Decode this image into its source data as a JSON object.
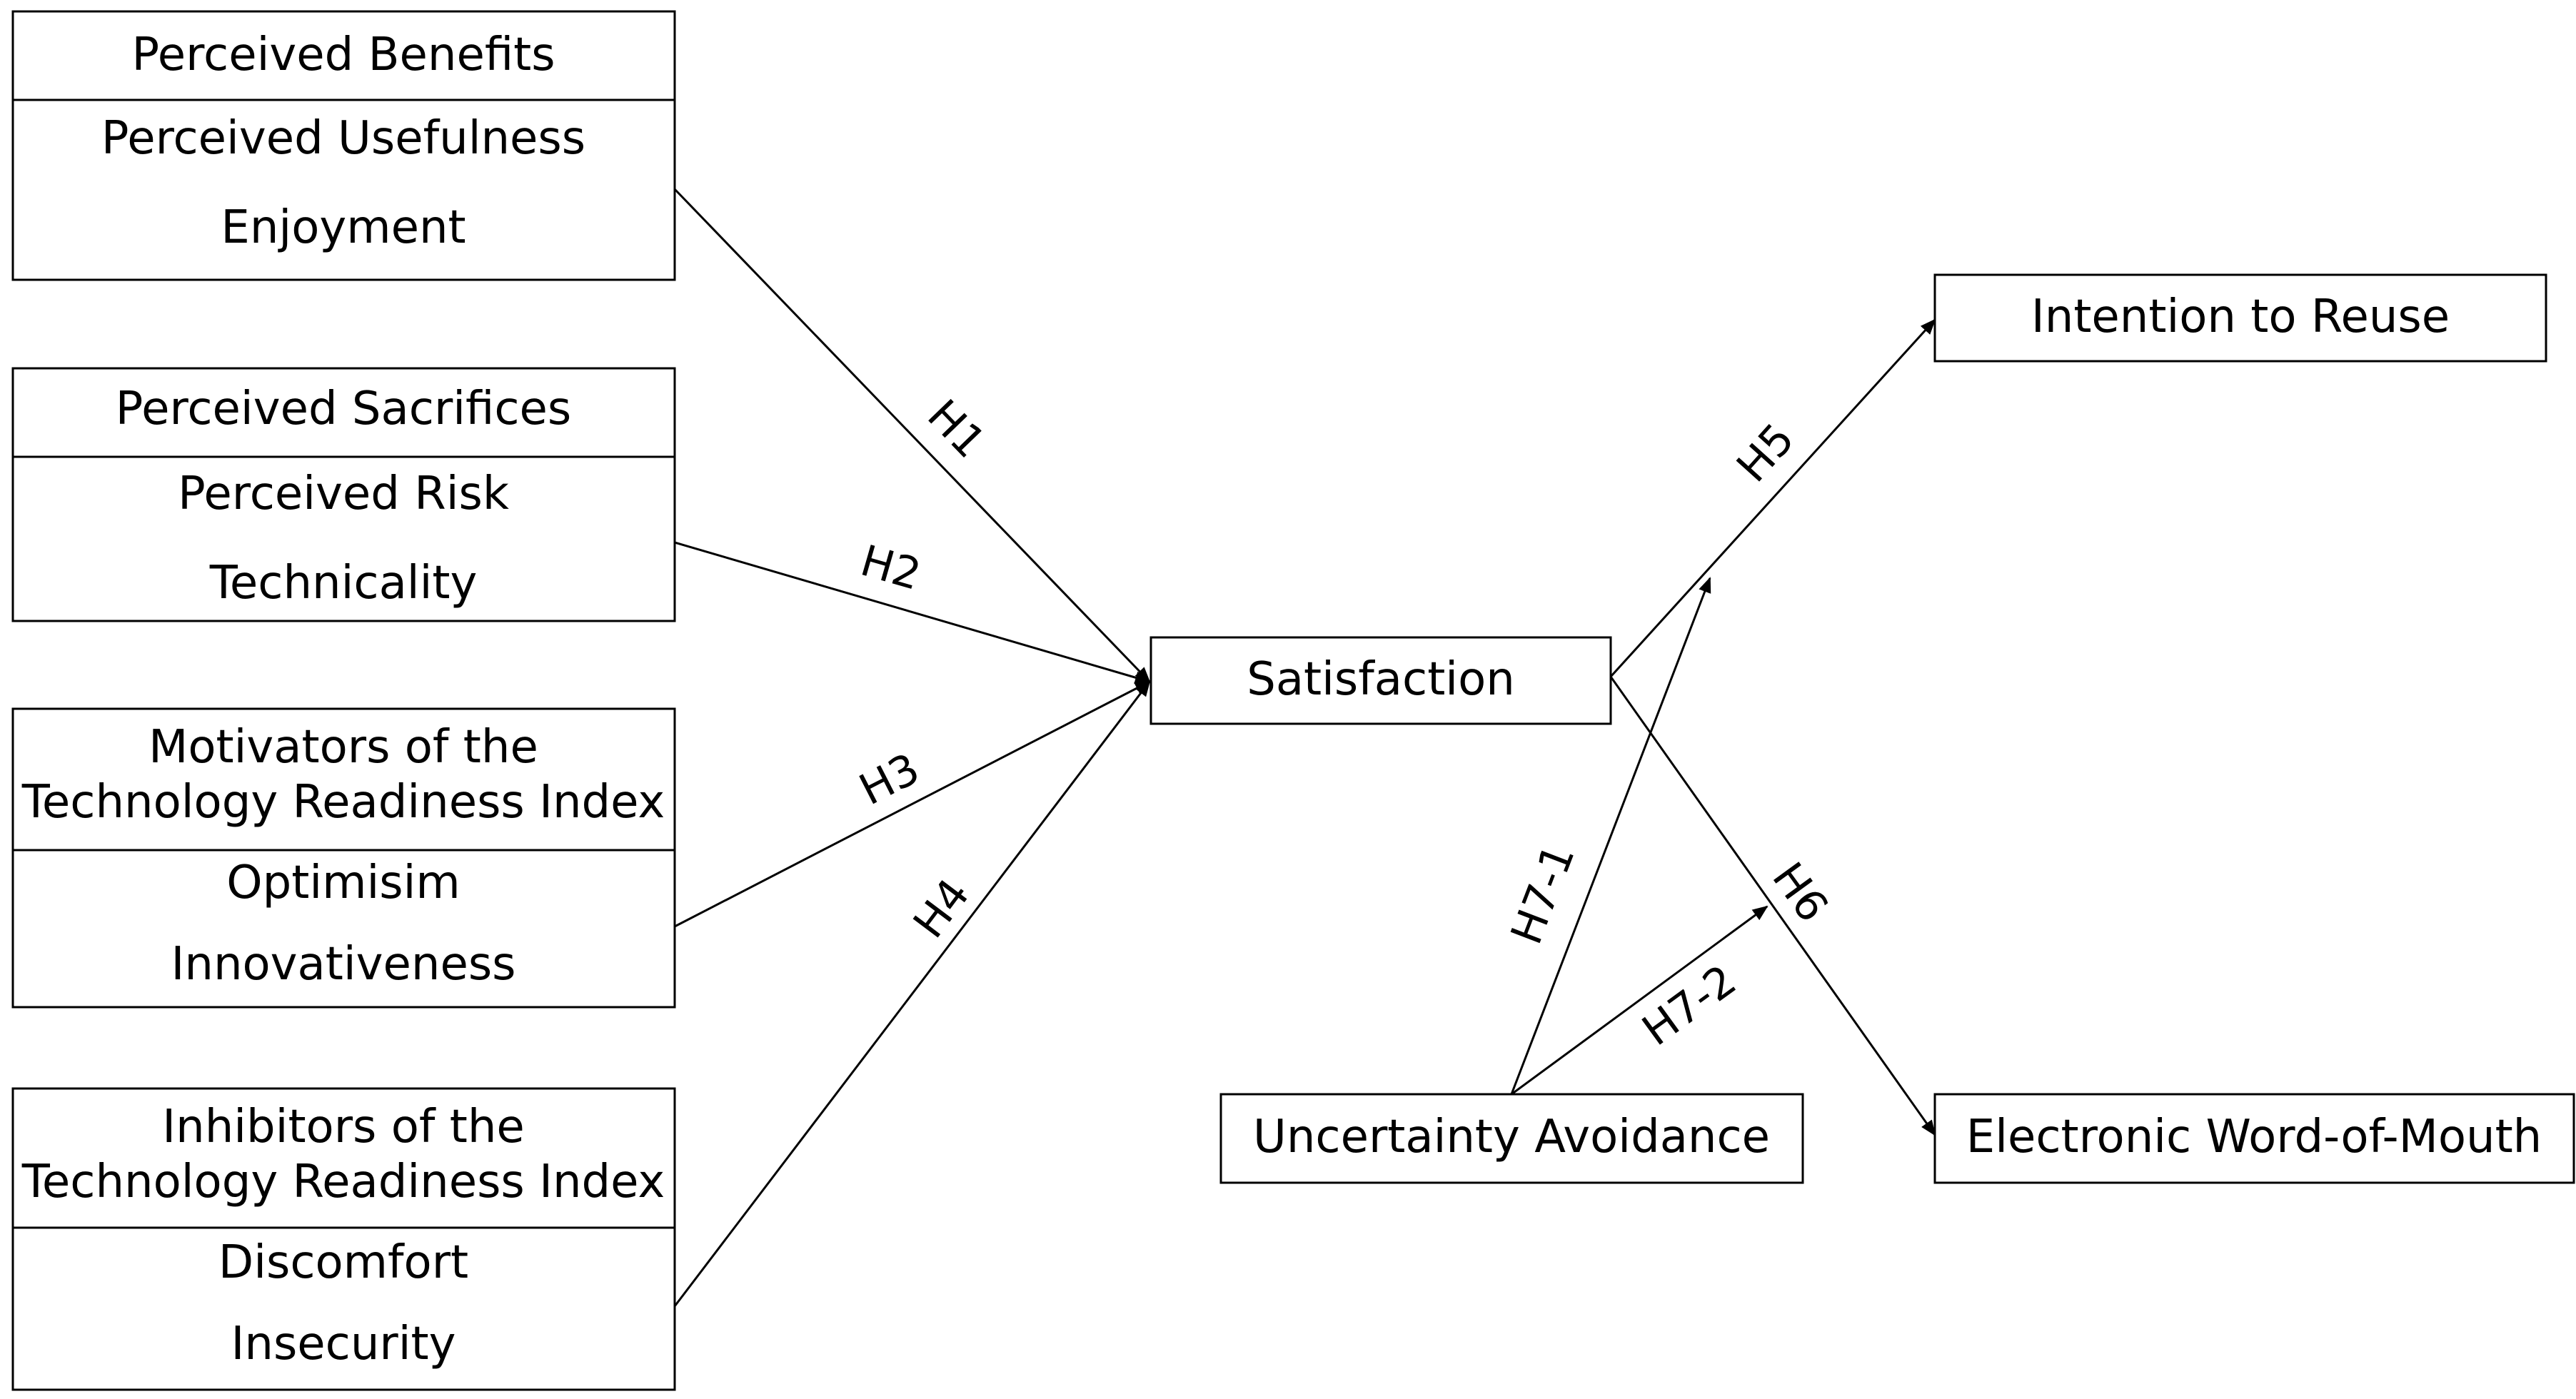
{
  "diagram": {
    "benefits": {
      "header": "Perceived Benefits",
      "items": [
        "Perceived Usefulness",
        "Enjoyment"
      ]
    },
    "sacrifices": {
      "header": "Perceived Sacrifices",
      "items": [
        "Perceived Risk",
        "Technicality"
      ]
    },
    "motivators": {
      "header": [
        "Motivators of the",
        "Technology Readiness Index"
      ],
      "items": [
        "Optimisim",
        "Innovativeness"
      ]
    },
    "inhibitors": {
      "header": [
        "Inhibitors of the",
        "Technology Readiness Index"
      ],
      "items": [
        "Discomfort",
        "Insecurity"
      ]
    },
    "satisfaction": "Satisfaction",
    "intention": "Intention to Reuse",
    "ewom": "Electronic Word-of-Mouth",
    "uncertainty": "Uncertainty Avoidance",
    "hypotheses": {
      "h1": "H1",
      "h2": "H2",
      "h3": "H3",
      "h4": "H4",
      "h5": "H5",
      "h6": "H6",
      "h7_1": "H7-1",
      "h7_2": "H7-2"
    }
  }
}
